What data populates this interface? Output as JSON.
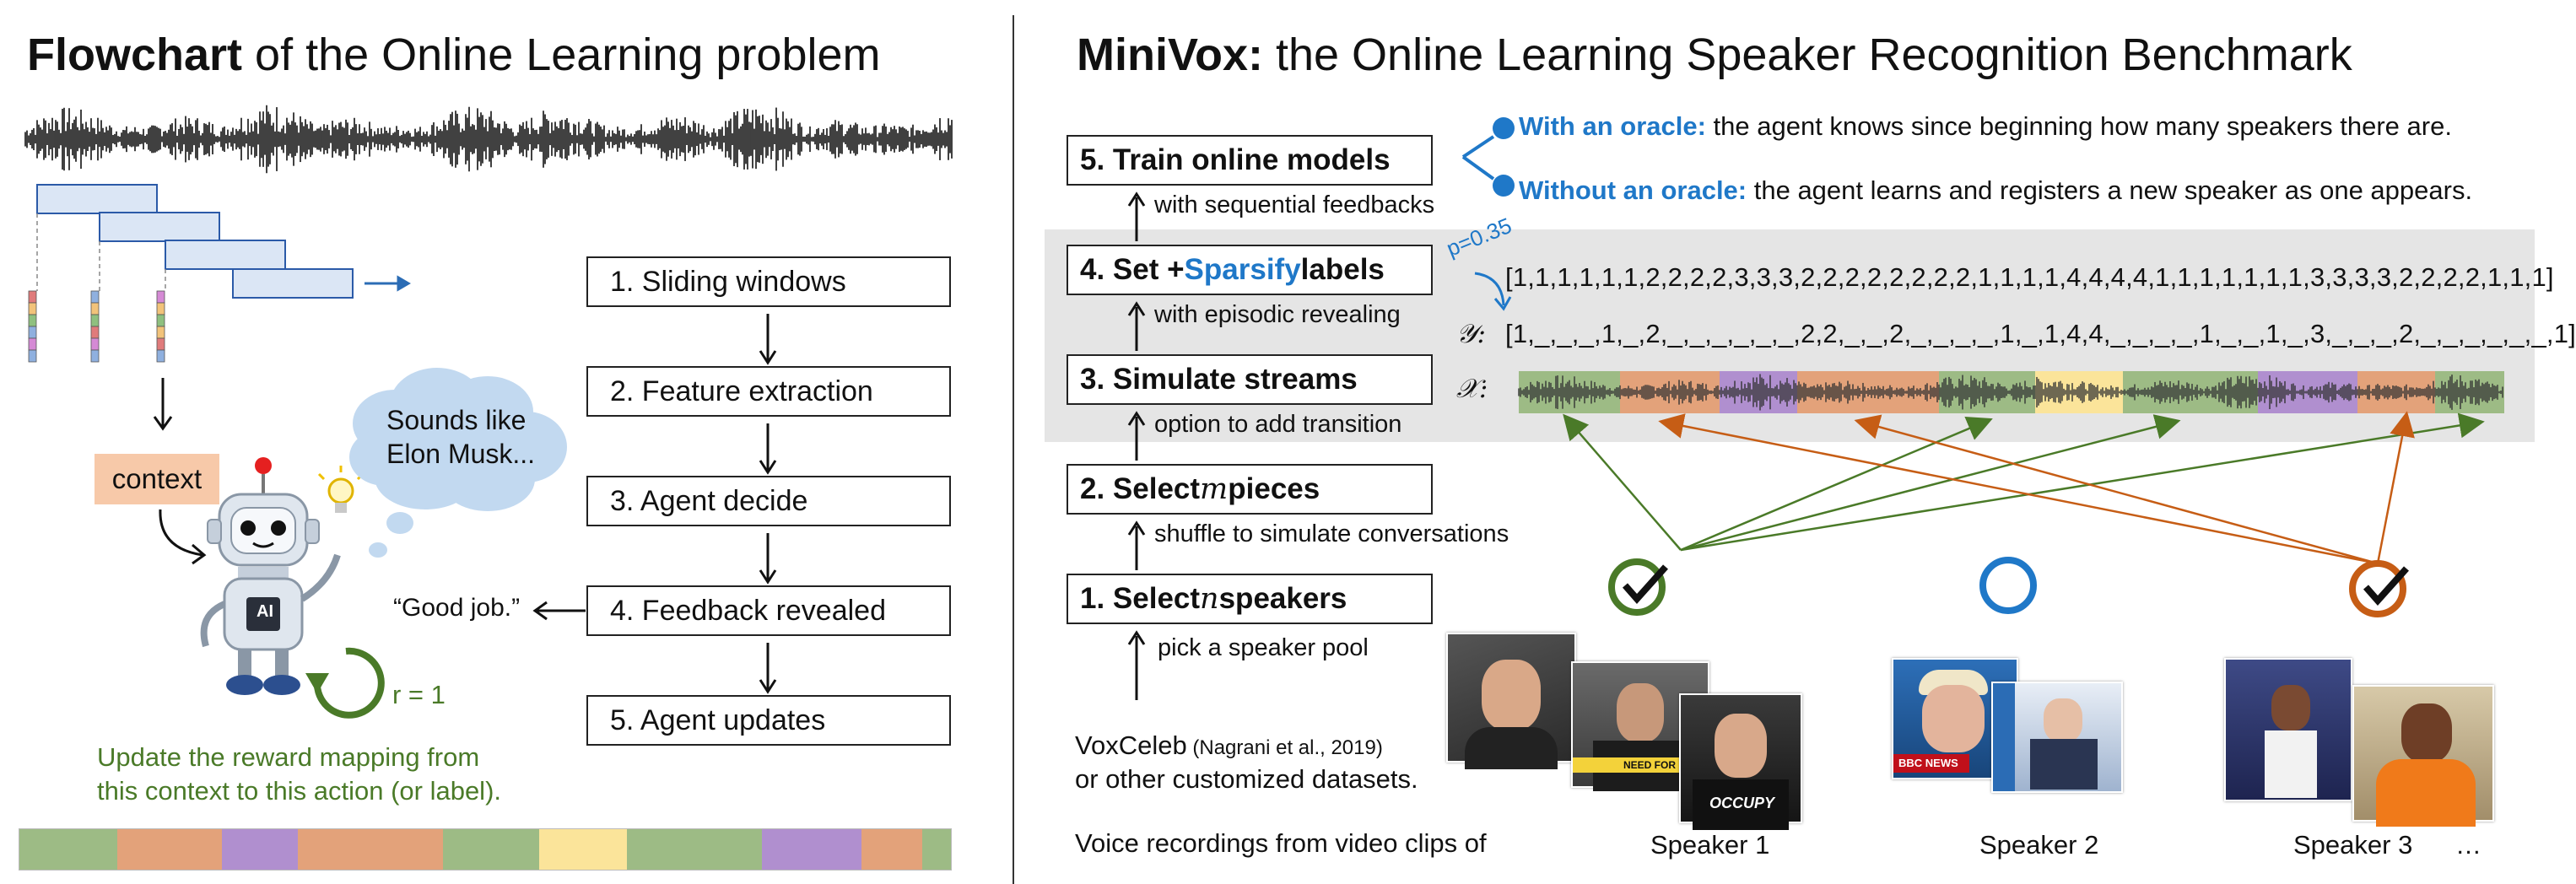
{
  "left": {
    "title_bold": "Flowchart",
    "title_rest": " of the Online Learning problem",
    "steps": [
      "1.  Sliding windows",
      "2.  Feature extraction",
      "3.  Agent decide",
      "4.  Feedback revealed",
      "5.  Agent updates"
    ],
    "context_label": "context",
    "thought": "Sounds like\nElon Musk...",
    "feedback_quote": "“Good job.”",
    "reward": "r = 1",
    "ai_badge": "AI",
    "update_text_line1": "Update the reward mapping from",
    "update_text_line2": "this context to this action (or label).",
    "colors": {
      "green": "#9dbb85",
      "orange": "#e3a27a",
      "purple": "#b08fcf",
      "yellow": "#fbe49a",
      "blue_window": "#dbe6f5"
    }
  },
  "right": {
    "title_bold": "MiniVox:",
    "title_rest": " the Online Learning Speaker Recognition Benchmark",
    "steps": [
      {
        "prefix": "5. Train online models",
        "italic": "",
        "suffix": ""
      },
      {
        "prefix": "4. Set + ",
        "highlight": "Sparsify",
        "suffix": " labels"
      },
      {
        "prefix": "3. Simulate streams",
        "italic": "",
        "suffix": ""
      },
      {
        "prefix": "2. Select ",
        "italic": "m",
        "suffix": " pieces"
      },
      {
        "prefix": "1. Select ",
        "italic": "n",
        "suffix": " speakers"
      }
    ],
    "step_notes": [
      "with sequential feedbacks",
      "with episodic revealing",
      "option to add transition",
      "shuffle to simulate conversations",
      "pick a speaker pool"
    ],
    "oracle_yes_label": "With an oracle:",
    "oracle_yes_text": " the agent knows since beginning how many speakers there are.",
    "oracle_no_label": "Without an oracle:",
    "oracle_no_text": " the agent learns and registers a new speaker as one appears.",
    "p_label": "p=0.35",
    "full_labels": "[1,1,1,1,1,1,2,2,2,2,3,3,3,2,2,2,2,2,2,2,2,1,1,1,1,4,4,4,4,1,1,1,1,1,1,1,3,3,3,3,2,2,2,2,1,1,1]",
    "y_symbol": "𝒴:",
    "sparse_labels": "[1,_,_,_,1,_,2,_,_,_,_,_,_,2,2,_,_,2,_,_,_,_,1,_,1,4,4,_,_,_,_,1,_,_,1,_,3,_,_,_,2,_,_,_,_,_,_,1]",
    "x_symbol": "𝒳:",
    "dataset_name": "VoxCeleb",
    "dataset_cite": " (Nagrani et al., 2019)",
    "dataset_line2": "or other customized datasets.",
    "voice_caption": "Voice recordings from video clips of",
    "speakers": [
      "Speaker 1",
      "Speaker 2",
      "Speaker 3"
    ],
    "ellipsis": "…",
    "badge_bbc": "BBC NEWS",
    "badge_occupy": "OCCUPY",
    "badge_need": "NEED FOR",
    "colors": {
      "green_check": "#4a7a28",
      "blue_circle": "#1f78c8",
      "orange_check": "#c65d15"
    }
  }
}
